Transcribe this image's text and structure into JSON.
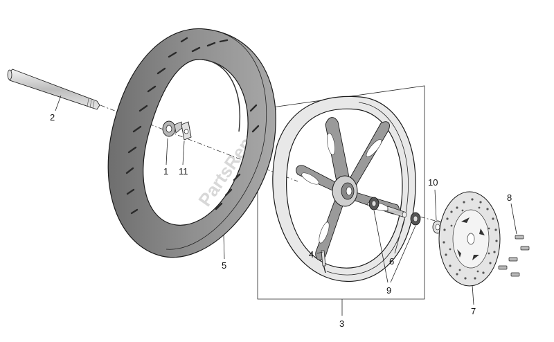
{
  "watermark": "PartsRepublik",
  "callouts": [
    {
      "id": "label-1",
      "text": "1"
    },
    {
      "id": "label-11",
      "text": "11"
    },
    {
      "id": "label-2",
      "text": "2"
    },
    {
      "id": "label-3",
      "text": "3"
    },
    {
      "id": "label-4",
      "text": "4"
    },
    {
      "id": "label-5",
      "text": "5"
    },
    {
      "id": "label-6",
      "text": "6"
    },
    {
      "id": "label-7",
      "text": "7"
    },
    {
      "id": "label-8",
      "text": "8"
    },
    {
      "id": "label-9",
      "text": "9"
    },
    {
      "id": "label-10",
      "text": "10"
    }
  ]
}
